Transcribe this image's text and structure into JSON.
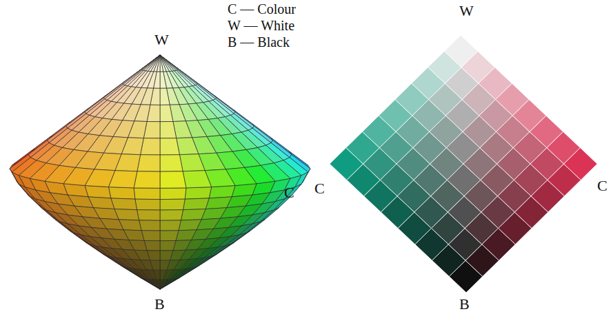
{
  "diagram": {
    "labels": [
      "C — Colour",
      "W — White",
      "B — Black",
      "W",
      "C",
      "B",
      "W",
      "C",
      "C",
      "B"
    ]
  }
}
